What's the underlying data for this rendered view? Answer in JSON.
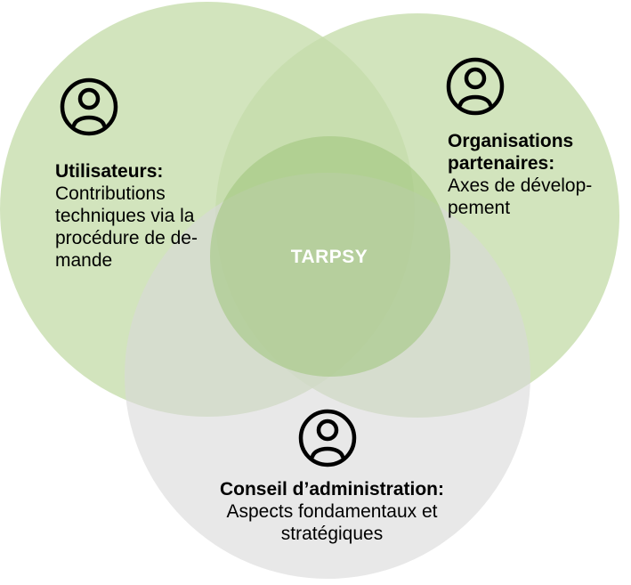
{
  "center_label": "TARPSY",
  "colors": {
    "green_circle": "#c5dcab",
    "center_circle": "#9fc47a",
    "gray_circle": "#d9d9d9",
    "icon_stroke": "#000000",
    "center_text": "#ffffff"
  },
  "groups": [
    {
      "id": "users",
      "icon": "person-icon",
      "title": "Utilisateurs:",
      "text": "Contributions\ntechniques via la\nprocédure de de-\nmande"
    },
    {
      "id": "partners",
      "icon": "person-icon",
      "title": "Organisations\npartenaires:",
      "text": "Axes de dévelop-\npement"
    },
    {
      "id": "board",
      "icon": "person-icon",
      "title": "Conseil d’administration:",
      "text": "Aspects fondamentaux et\nstratégiques"
    }
  ]
}
